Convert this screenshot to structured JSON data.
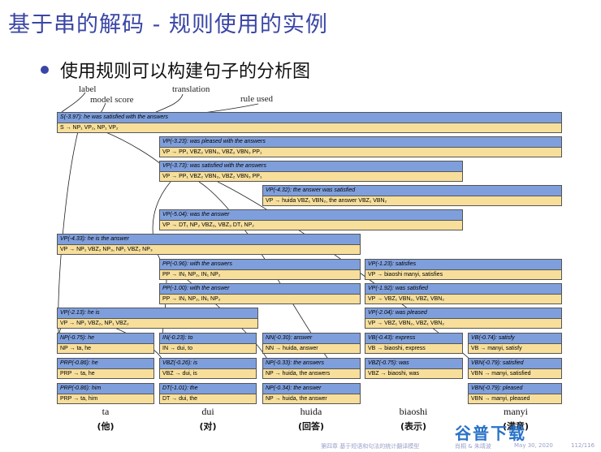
{
  "title": "基于串的解码 - 规则使用的实例",
  "bullet": "使用规则可以构建句子的分析图",
  "callouts": {
    "label": "label",
    "model_score": "model score",
    "translation": "translation",
    "rule_used": "rule used"
  },
  "boxes": {
    "s": {
      "top": "S(-3.97): he was satisfied with the answers",
      "bot": "S → NP₁ VP₂, NP₁ VP₂"
    },
    "vp323": {
      "top": "VP(-3.23): was pleased with the answers",
      "bot": "VP → PP₁ VBZ₂ VBN₃, VBZ₂ VBN₃ PP₁"
    },
    "vp373": {
      "top": "VP(-3.73): was satisfied with the answers",
      "bot": "VP → PP₁ VBZ₂ VBN₃, VBZ₂ VBN₃ PP₁"
    },
    "vp432": {
      "top": "VP(-4.32): the answer was satisfied",
      "bot": "VP → huida VBZ₁ VBN₂, the answer VBZ₁ VBN₂"
    },
    "vp504": {
      "top": "VP(-5.04): was the answer",
      "bot": "VP → DT₁ NP₂ VBZ₃, VBZ₃ DT₁ NP₂"
    },
    "vp433": {
      "top": "VP(-4.33): he is the answer",
      "bot": "VP → NP₁ VBZ₂ NP₃, NP₁ VBZ₂ NP₃"
    },
    "pp096": {
      "top": "PP(-0.96): with the answers",
      "bot": "PP → IN₁ NP₂, IN₁ NP₂"
    },
    "pp100": {
      "top": "PP(-1.00): with the answer",
      "bot": "PP → IN₁ NP₂, IN₁ NP₂"
    },
    "vp123": {
      "top": "VP(-1.23): satisfies",
      "bot": "VP → biaoshi manyi, satisfies"
    },
    "vp192": {
      "top": "VP(-1.92): was satisfied",
      "bot": "VP → VBZ₁ VBN₂, VBZ₁ VBN₂"
    },
    "vp204": {
      "top": "VP(-2.04): was pleased",
      "bot": "VP → VBZ₁ VBN₂, VBZ₁ VBN₂"
    },
    "vp213": {
      "top": "VP(-2.13): he is",
      "bot": "VP → NP₁ VBZ₂, NP₁ VBZ₂"
    },
    "np075": {
      "top": "NP(-0.75): he",
      "bot": "NP → ta, he"
    },
    "in023": {
      "top": "IN(-0.23): to",
      "bot": "IN → dui, to"
    },
    "nn030": {
      "top": "NN(-0.30): answer",
      "bot": "NN → huida, answer"
    },
    "vb043": {
      "top": "VB(-0.43): express",
      "bot": "VB → biaoshi, express"
    },
    "vb074": {
      "top": "VB(-0.74): satisfy",
      "bot": "VB → manyi, satisfy"
    },
    "prp086a": {
      "top": "PRP(-0.86): he",
      "bot": "PRP → ta, he"
    },
    "vbz026": {
      "top": "VBZ(-0.26): is",
      "bot": "VBZ → dui, is"
    },
    "np033": {
      "top": "NP(-0.33): the answers",
      "bot": "NP → huida, the answers"
    },
    "vbz075": {
      "top": "VBZ(-0.75): was",
      "bot": "VBZ → biaoshi, was"
    },
    "vbn079a": {
      "top": "VBN(-0.79): satisfied",
      "bot": "VBN → manyi, satisfied"
    },
    "prp086b": {
      "top": "PRP(-0.86): him",
      "bot": "PRP → ta, him"
    },
    "dt101": {
      "top": "DT(-1.01): the",
      "bot": "DT → dui, the"
    },
    "np034": {
      "top": "NP(-0.34): the answer",
      "bot": "NP → huida, the answer"
    },
    "vbn079b": {
      "top": "VBN(-0.79): pleased",
      "bot": "VBN → manyi, pleased"
    }
  },
  "words": [
    {
      "py": "ta",
      "cn": "(他)"
    },
    {
      "py": "dui",
      "cn": "(对)"
    },
    {
      "py": "huida",
      "cn": "(回答)"
    },
    {
      "py": "biaoshi",
      "cn": "(表示)"
    },
    {
      "py": "manyi",
      "cn": "(满意)"
    }
  ],
  "footer": {
    "chapter": "第四章 基于短语和句法的统计翻译模型",
    "author": "肖桐 & 朱靖波",
    "date": "May 30, 2020",
    "page": "112/116"
  },
  "logo_text": "谷普下载",
  "colors": {
    "title": "#3a46a6",
    "box_top": "#7f9fdc",
    "box_bottom": "#f7df9b"
  }
}
